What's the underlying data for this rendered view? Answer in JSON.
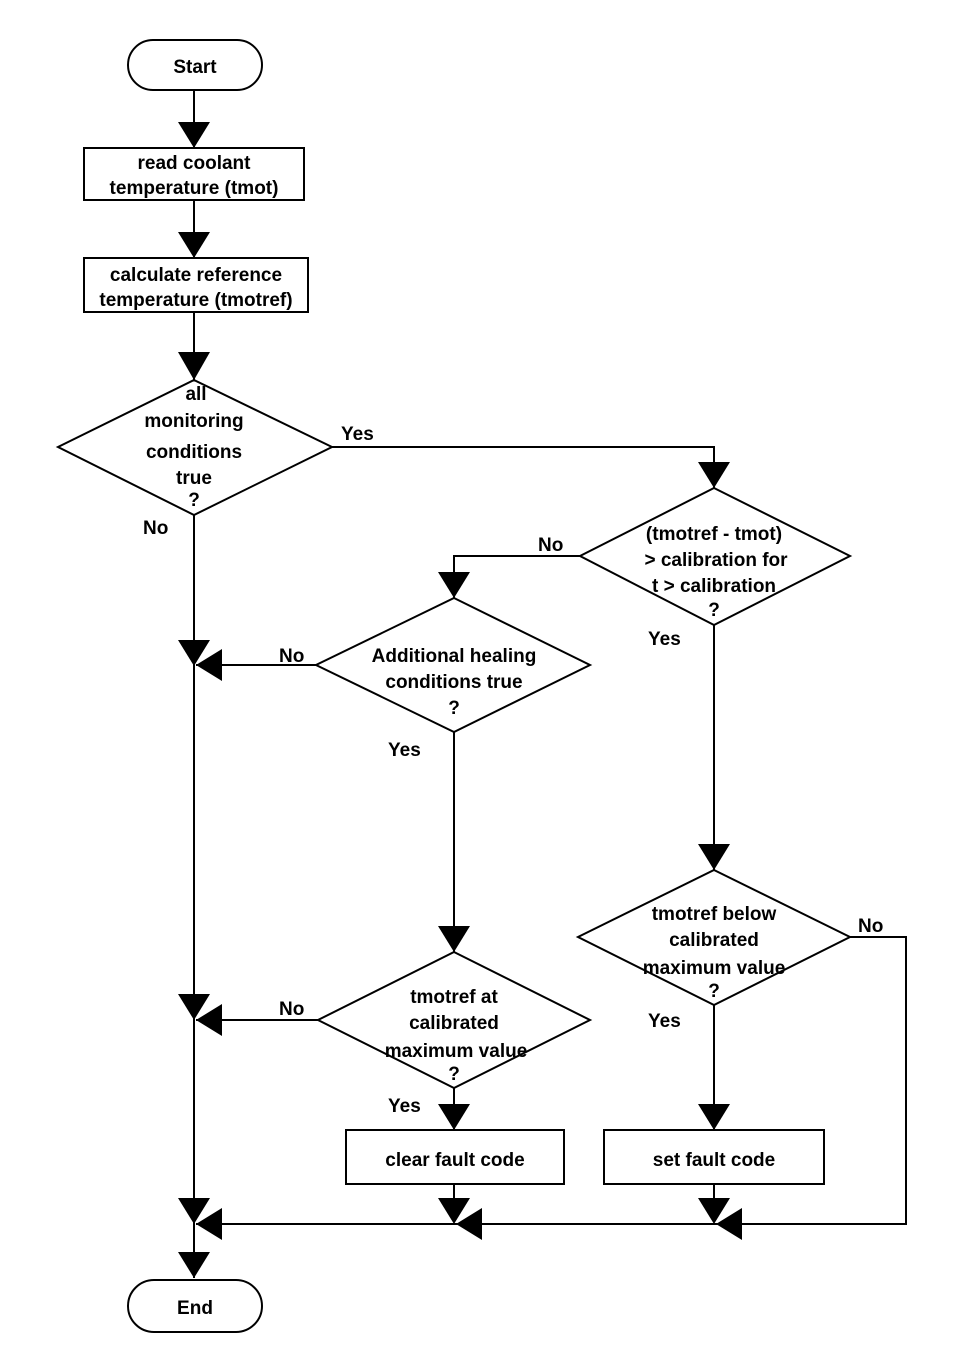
{
  "nodes": {
    "start": "Start",
    "read_coolant": [
      "read coolant",
      "temperature (tmot)"
    ],
    "calc_reference": [
      "calculate reference",
      "temperature (tmotref)"
    ],
    "monitoring": [
      "all",
      "monitoring",
      "conditions",
      "true",
      "?"
    ],
    "diff_check": [
      "(tmotref - tmot)",
      "> calibration for",
      "t > calibration",
      "?"
    ],
    "healing": [
      "Additional healing",
      "conditions true",
      "?"
    ],
    "at_max": [
      "tmotref at",
      "calibrated",
      "maximum value",
      "?"
    ],
    "below_max": [
      "tmotref below",
      "calibrated",
      "maximum value",
      "?"
    ],
    "clear_fault": "clear fault code",
    "set_fault": "set fault code",
    "end": "End"
  },
  "edge_labels": {
    "monitoring_yes": "Yes",
    "monitoring_no": "No",
    "diff_no": "No",
    "diff_yes": "Yes",
    "healing_no": "No",
    "healing_yes": "Yes",
    "at_max_no": "No",
    "at_max_yes": "Yes",
    "below_max_no": "No",
    "below_max_yes": "Yes"
  }
}
